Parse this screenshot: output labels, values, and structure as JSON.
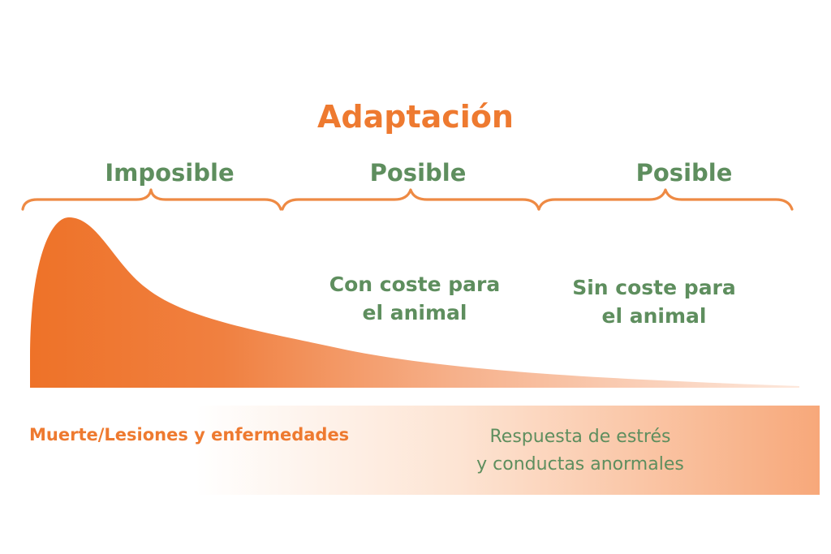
{
  "title": "Adaptación",
  "sections": [
    {
      "label": "Imposible"
    },
    {
      "label": "Posible",
      "description": [
        "Con coste para",
        "el animal"
      ]
    },
    {
      "label": "Posible",
      "description": [
        "Sin coste para",
        "el animal"
      ]
    }
  ],
  "bottom": {
    "left": "Muerte/Lesiones y enfermedades",
    "right": [
      "Respuesta de estrés",
      "y conductas anormales"
    ]
  },
  "colors": {
    "orange": "#ee7a30",
    "green": "#5e8e5e"
  }
}
